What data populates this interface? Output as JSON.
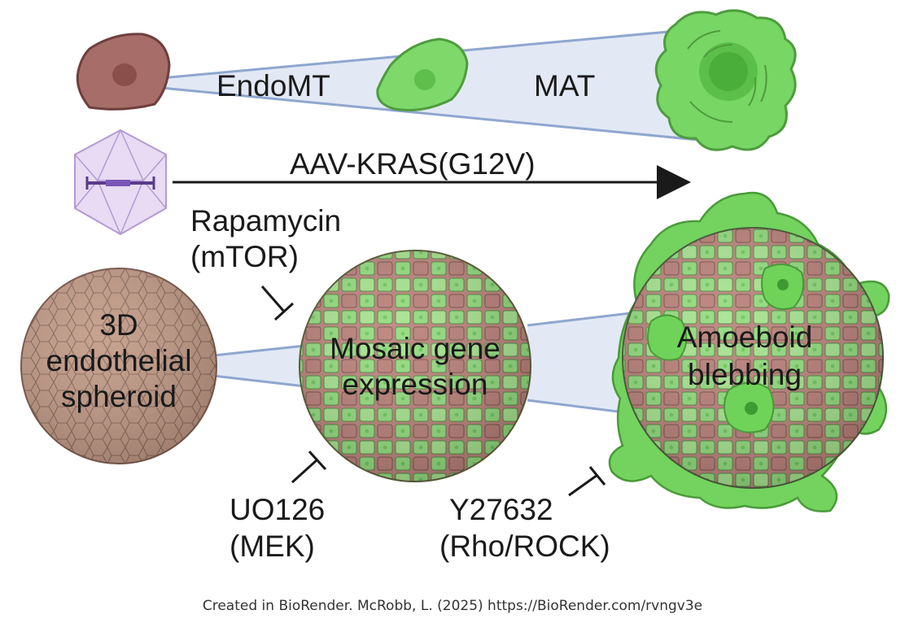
{
  "colors": {
    "endothelial_cell": "#a86f6b",
    "mesenchymal_cell": "#7fd86a",
    "amoeboid_cell": "#6fd85a",
    "spheroid": "#c49a86",
    "lumen": "#dfe7f4",
    "connector_line": "#8fa6cf",
    "arrow": "#1a1a1a",
    "virus_capsid": "#e6d7f2",
    "virus_edges": "#b49ad3"
  },
  "top_row": {
    "label_1": "EndoMT",
    "label_2": "MAT"
  },
  "vector": {
    "icon": "aav-capsid-icon",
    "arrow_label": "AAV-KRAS(G12V)"
  },
  "inhibitors": {
    "rapamycin_line1": "Rapamycin",
    "rapamycin_line2": "(mTOR)",
    "u0126_line1": "UO126",
    "u0126_line2": "(MEK)",
    "y27632_line1": "Y27632",
    "y27632_line2": "(Rho/ROCK)"
  },
  "spheroids": {
    "left_line1": "3D",
    "left_line2": "endothelial",
    "left_line3": "spheroid",
    "middle_line1": "Mosaic gene",
    "middle_line2": "expression",
    "right_line1": "Amoeboid",
    "right_line2": "blebbing"
  },
  "credit": "Created in BioRender. McRobb, L. (2025) https://BioRender.com/rvngv3e"
}
